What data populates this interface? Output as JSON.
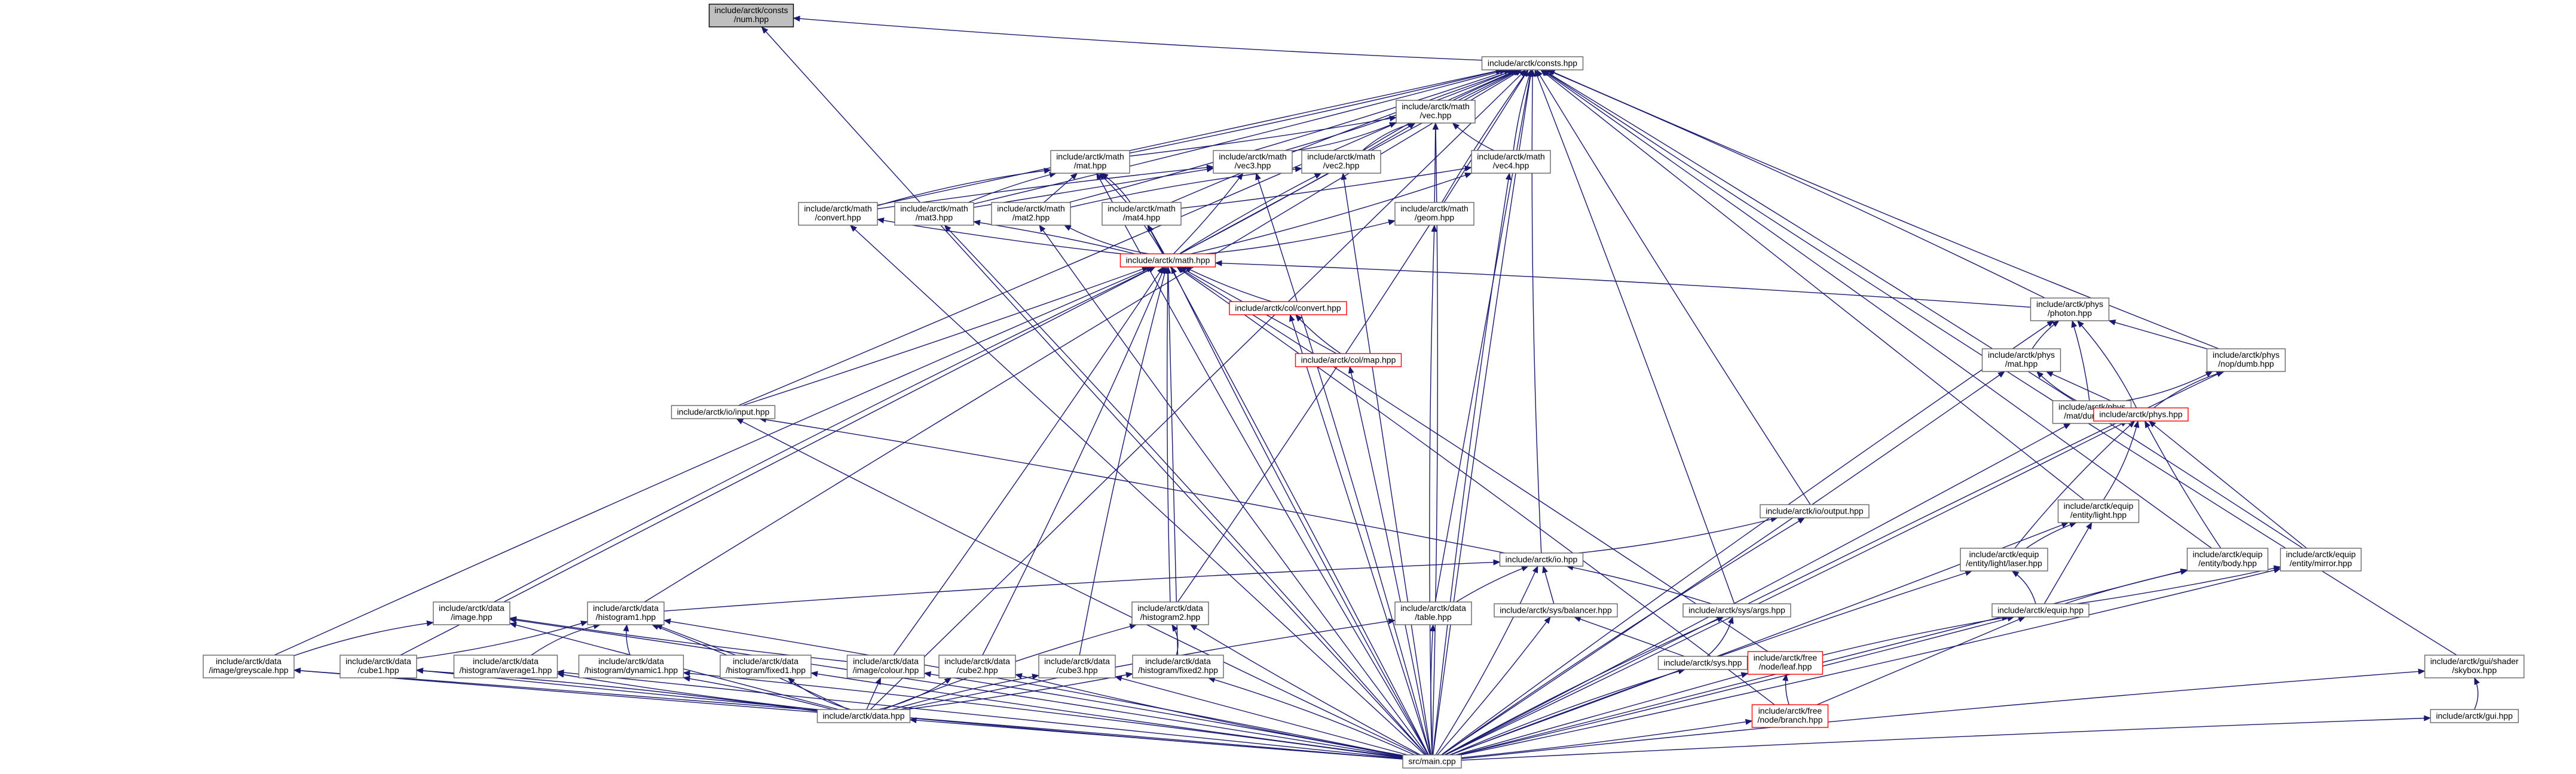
{
  "colors": {
    "edge": "#191970",
    "node_border": "#666666",
    "node_fill": "#ffffff",
    "highlight_fill": "#bfbfbf",
    "highlight_border": "#000000",
    "missing_border": "#ff0000"
  },
  "nodes": [
    {
      "id": "num",
      "lines": [
        "include/arctk/consts",
        "/num.hpp"
      ],
      "style": "highlight"
    },
    {
      "id": "consts",
      "lines": [
        "include/arctk/consts.hpp"
      ],
      "style": "normal"
    },
    {
      "id": "vec",
      "lines": [
        "include/arctk/math",
        "/vec.hpp"
      ],
      "style": "normal"
    },
    {
      "id": "mat",
      "lines": [
        "include/arctk/math",
        "/mat.hpp"
      ],
      "style": "normal"
    },
    {
      "id": "vec3",
      "lines": [
        "include/arctk/math",
        "/vec3.hpp"
      ],
      "style": "normal"
    },
    {
      "id": "vec2",
      "lines": [
        "include/arctk/math",
        "/vec2.hpp"
      ],
      "style": "normal"
    },
    {
      "id": "vec4",
      "lines": [
        "include/arctk/math",
        "/vec4.hpp"
      ],
      "style": "normal"
    },
    {
      "id": "convert",
      "lines": [
        "include/arctk/math",
        "/convert.hpp"
      ],
      "style": "normal"
    },
    {
      "id": "mat3",
      "lines": [
        "include/arctk/math",
        "/mat3.hpp"
      ],
      "style": "normal"
    },
    {
      "id": "mat2",
      "lines": [
        "include/arctk/math",
        "/mat2.hpp"
      ],
      "style": "normal"
    },
    {
      "id": "mat4",
      "lines": [
        "include/arctk/math",
        "/mat4.hpp"
      ],
      "style": "normal"
    },
    {
      "id": "geom",
      "lines": [
        "include/arctk/math",
        "/geom.hpp"
      ],
      "style": "normal"
    },
    {
      "id": "math",
      "lines": [
        "include/arctk/math.hpp"
      ],
      "style": "missing"
    },
    {
      "id": "colconvert",
      "lines": [
        "include/arctk/col/convert.hpp"
      ],
      "style": "missing"
    },
    {
      "id": "colmap",
      "lines": [
        "include/arctk/col/map.hpp"
      ],
      "style": "missing"
    },
    {
      "id": "ioinput",
      "lines": [
        "include/arctk/io/input.hpp"
      ],
      "style": "normal"
    },
    {
      "id": "photon",
      "lines": [
        "include/arctk/phys",
        "/photon.hpp"
      ],
      "style": "normal"
    },
    {
      "id": "physmat",
      "lines": [
        "include/arctk/phys",
        "/mat.hpp"
      ],
      "style": "normal"
    },
    {
      "id": "nopdumb",
      "lines": [
        "include/arctk/phys",
        "/nop/dumb.hpp"
      ],
      "style": "normal"
    },
    {
      "id": "matdumb",
      "lines": [
        "include/arctk/phys",
        "/mat/dumb.hpp"
      ],
      "style": "normal"
    },
    {
      "id": "phys",
      "lines": [
        "include/arctk/phys.hpp"
      ],
      "style": "missing"
    },
    {
      "id": "iooutput",
      "lines": [
        "include/arctk/io/output.hpp"
      ],
      "style": "normal"
    },
    {
      "id": "entlight",
      "lines": [
        "include/arctk/equip",
        "/entity/light.hpp"
      ],
      "style": "normal"
    },
    {
      "id": "lightlaser",
      "lines": [
        "include/arctk/equip",
        "/entity/light/laser.hpp"
      ],
      "style": "normal"
    },
    {
      "id": "entbody",
      "lines": [
        "include/arctk/equip",
        "/entity/body.hpp"
      ],
      "style": "normal"
    },
    {
      "id": "entmirror",
      "lines": [
        "include/arctk/equip",
        "/entity/mirror.hpp"
      ],
      "style": "normal"
    },
    {
      "id": "io",
      "lines": [
        "include/arctk/io.hpp"
      ],
      "style": "normal"
    },
    {
      "id": "image",
      "lines": [
        "include/arctk/data",
        "/image.hpp"
      ],
      "style": "normal"
    },
    {
      "id": "histogram1",
      "lines": [
        "include/arctk/data",
        "/histogram1.hpp"
      ],
      "style": "normal"
    },
    {
      "id": "table",
      "lines": [
        "include/arctk/data",
        "/table.hpp"
      ],
      "style": "normal"
    },
    {
      "id": "balancer",
      "lines": [
        "include/arctk/sys/balancer.hpp"
      ],
      "style": "normal"
    },
    {
      "id": "sysargs",
      "lines": [
        "include/arctk/sys/args.hpp"
      ],
      "style": "normal"
    },
    {
      "id": "equip",
      "lines": [
        "include/arctk/equip.hpp"
      ],
      "style": "normal"
    },
    {
      "id": "histogram2",
      "lines": [
        "include/arctk/data",
        "/histogram2.hpp"
      ],
      "style": "normal"
    },
    {
      "id": "greyscale",
      "lines": [
        "include/arctk/data",
        "/image/greyscale.hpp"
      ],
      "style": "normal"
    },
    {
      "id": "cube1",
      "lines": [
        "include/arctk/data",
        "/cube1.hpp"
      ],
      "style": "normal"
    },
    {
      "id": "average1",
      "lines": [
        "include/arctk/data",
        "/histogram/average1.hpp"
      ],
      "style": "normal"
    },
    {
      "id": "dynamic1",
      "lines": [
        "include/arctk/data",
        "/histogram/dynamic1.hpp"
      ],
      "style": "normal"
    },
    {
      "id": "fixed1",
      "lines": [
        "include/arctk/data",
        "/histogram/fixed1.hpp"
      ],
      "style": "normal"
    },
    {
      "id": "colour",
      "lines": [
        "include/arctk/data",
        "/image/colour.hpp"
      ],
      "style": "normal"
    },
    {
      "id": "cube2",
      "lines": [
        "include/arctk/data",
        "/cube2.hpp"
      ],
      "style": "normal"
    },
    {
      "id": "cube3",
      "lines": [
        "include/arctk/data",
        "/cube3.hpp"
      ],
      "style": "normal"
    },
    {
      "id": "fixed2",
      "lines": [
        "include/arctk/data",
        "/histogram/fixed2.hpp"
      ],
      "style": "normal"
    },
    {
      "id": "sys",
      "lines": [
        "include/arctk/sys.hpp"
      ],
      "style": "normal"
    },
    {
      "id": "leaf",
      "lines": [
        "include/arctk/free",
        "/node/leaf.hpp"
      ],
      "style": "missing"
    },
    {
      "id": "branch",
      "lines": [
        "include/arctk/free",
        "/node/branch.hpp"
      ],
      "style": "missing"
    },
    {
      "id": "skybox",
      "lines": [
        "include/arctk/gui/shader",
        "/skybox.hpp"
      ],
      "style": "normal"
    },
    {
      "id": "gui",
      "lines": [
        "include/arctk/gui.hpp"
      ],
      "style": "normal"
    },
    {
      "id": "data",
      "lines": [
        "include/arctk/data.hpp"
      ],
      "style": "normal"
    },
    {
      "id": "main",
      "lines": [
        "src/main.cpp"
      ],
      "style": "normal"
    }
  ],
  "edges": [
    [
      "consts",
      "num"
    ],
    [
      "main",
      "num"
    ],
    [
      "vec",
      "consts"
    ],
    [
      "mat",
      "consts"
    ],
    [
      "vec3",
      "consts"
    ],
    [
      "vec2",
      "consts"
    ],
    [
      "vec4",
      "consts"
    ],
    [
      "convert",
      "consts"
    ],
    [
      "mat3",
      "consts"
    ],
    [
      "mat2",
      "consts"
    ],
    [
      "mat4",
      "consts"
    ],
    [
      "geom",
      "consts"
    ],
    [
      "math",
      "consts"
    ],
    [
      "ioinput",
      "consts"
    ],
    [
      "photon",
      "consts"
    ],
    [
      "nopdumb",
      "consts"
    ],
    [
      "iooutput",
      "consts"
    ],
    [
      "entlight",
      "consts"
    ],
    [
      "entbody",
      "consts"
    ],
    [
      "entmirror",
      "consts"
    ],
    [
      "io",
      "consts"
    ],
    [
      "histogram1",
      "consts"
    ],
    [
      "table",
      "consts"
    ],
    [
      "sysargs",
      "consts"
    ],
    [
      "histogram2",
      "consts"
    ],
    [
      "skybox",
      "consts"
    ],
    [
      "main",
      "consts"
    ],
    [
      "data",
      "consts"
    ],
    [
      "mat",
      "vec"
    ],
    [
      "vec3",
      "vec"
    ],
    [
      "vec2",
      "vec"
    ],
    [
      "vec4",
      "vec"
    ],
    [
      "geom",
      "vec"
    ],
    [
      "math",
      "vec"
    ],
    [
      "main",
      "vec"
    ],
    [
      "convert",
      "mat"
    ],
    [
      "mat3",
      "mat"
    ],
    [
      "mat2",
      "mat"
    ],
    [
      "mat4",
      "mat"
    ],
    [
      "math",
      "mat"
    ],
    [
      "main",
      "mat"
    ],
    [
      "convert",
      "vec3"
    ],
    [
      "mat3",
      "vec3"
    ],
    [
      "math",
      "vec3"
    ],
    [
      "main",
      "vec3"
    ],
    [
      "mat2",
      "vec2"
    ],
    [
      "math",
      "vec2"
    ],
    [
      "main",
      "vec2"
    ],
    [
      "mat4",
      "vec4"
    ],
    [
      "math",
      "vec4"
    ],
    [
      "main",
      "vec4"
    ],
    [
      "math",
      "convert"
    ],
    [
      "main",
      "convert"
    ],
    [
      "math",
      "mat3"
    ],
    [
      "main",
      "mat3"
    ],
    [
      "math",
      "mat2"
    ],
    [
      "main",
      "mat2"
    ],
    [
      "math",
      "mat4"
    ],
    [
      "main",
      "mat4"
    ],
    [
      "math",
      "geom"
    ],
    [
      "main",
      "geom"
    ],
    [
      "colconvert",
      "math"
    ],
    [
      "colmap",
      "math"
    ],
    [
      "ioinput",
      "math"
    ],
    [
      "photon",
      "math"
    ],
    [
      "image",
      "math"
    ],
    [
      "greyscale",
      "math"
    ],
    [
      "cube1",
      "math"
    ],
    [
      "colour",
      "math"
    ],
    [
      "cube2",
      "math"
    ],
    [
      "cube3",
      "math"
    ],
    [
      "histogram2",
      "math"
    ],
    [
      "fixed2",
      "math"
    ],
    [
      "leaf",
      "math"
    ],
    [
      "branch",
      "math"
    ],
    [
      "main",
      "math"
    ],
    [
      "colmap",
      "colconvert"
    ],
    [
      "main",
      "colconvert"
    ],
    [
      "main",
      "colmap"
    ],
    [
      "io",
      "ioinput"
    ],
    [
      "main",
      "ioinput"
    ],
    [
      "physmat",
      "photon"
    ],
    [
      "nopdumb",
      "photon"
    ],
    [
      "matdumb",
      "photon"
    ],
    [
      "phys",
      "photon"
    ],
    [
      "main",
      "photon"
    ],
    [
      "matdumb",
      "physmat"
    ],
    [
      "phys",
      "physmat"
    ],
    [
      "main",
      "physmat"
    ],
    [
      "matdumb",
      "nopdumb"
    ],
    [
      "phys",
      "nopdumb"
    ],
    [
      "main",
      "nopdumb"
    ],
    [
      "phys",
      "matdumb"
    ],
    [
      "main",
      "matdumb"
    ],
    [
      "entlight",
      "phys"
    ],
    [
      "lightlaser",
      "phys"
    ],
    [
      "entbody",
      "phys"
    ],
    [
      "entmirror",
      "phys"
    ],
    [
      "main",
      "phys"
    ],
    [
      "io",
      "iooutput"
    ],
    [
      "main",
      "iooutput"
    ],
    [
      "lightlaser",
      "entlight"
    ],
    [
      "equip",
      "entlight"
    ],
    [
      "main",
      "entlight"
    ],
    [
      "equip",
      "lightlaser"
    ],
    [
      "main",
      "lightlaser"
    ],
    [
      "equip",
      "entbody"
    ],
    [
      "main",
      "entbody"
    ],
    [
      "equip",
      "entmirror"
    ],
    [
      "main",
      "entmirror"
    ],
    [
      "histogram1",
      "io"
    ],
    [
      "table",
      "io"
    ],
    [
      "balancer",
      "io"
    ],
    [
      "sysargs",
      "io"
    ],
    [
      "main",
      "io"
    ],
    [
      "greyscale",
      "image"
    ],
    [
      "colour",
      "image"
    ],
    [
      "data",
      "image"
    ],
    [
      "main",
      "image"
    ],
    [
      "cube1",
      "histogram1"
    ],
    [
      "average1",
      "histogram1"
    ],
    [
      "dynamic1",
      "histogram1"
    ],
    [
      "fixed1",
      "histogram1"
    ],
    [
      "data",
      "histogram1"
    ],
    [
      "main",
      "histogram1"
    ],
    [
      "data",
      "table"
    ],
    [
      "main",
      "table"
    ],
    [
      "sys",
      "balancer"
    ],
    [
      "main",
      "balancer"
    ],
    [
      "sys",
      "sysargs"
    ],
    [
      "main",
      "sysargs"
    ],
    [
      "leaf",
      "equip"
    ],
    [
      "branch",
      "equip"
    ],
    [
      "main",
      "equip"
    ],
    [
      "fixed2",
      "histogram2"
    ],
    [
      "data",
      "histogram2"
    ],
    [
      "main",
      "histogram2"
    ],
    [
      "data",
      "greyscale"
    ],
    [
      "main",
      "greyscale"
    ],
    [
      "data",
      "cube1"
    ],
    [
      "main",
      "cube1"
    ],
    [
      "data",
      "average1"
    ],
    [
      "main",
      "average1"
    ],
    [
      "data",
      "dynamic1"
    ],
    [
      "main",
      "dynamic1"
    ],
    [
      "data",
      "fixed1"
    ],
    [
      "main",
      "fixed1"
    ],
    [
      "data",
      "colour"
    ],
    [
      "main",
      "colour"
    ],
    [
      "data",
      "cube2"
    ],
    [
      "main",
      "cube2"
    ],
    [
      "data",
      "cube3"
    ],
    [
      "main",
      "cube3"
    ],
    [
      "data",
      "fixed2"
    ],
    [
      "main",
      "fixed2"
    ],
    [
      "main",
      "sys"
    ],
    [
      "branch",
      "leaf"
    ],
    [
      "main",
      "leaf"
    ],
    [
      "main",
      "branch"
    ],
    [
      "gui",
      "skybox"
    ],
    [
      "main",
      "skybox"
    ],
    [
      "main",
      "gui"
    ],
    [
      "main",
      "data"
    ]
  ]
}
